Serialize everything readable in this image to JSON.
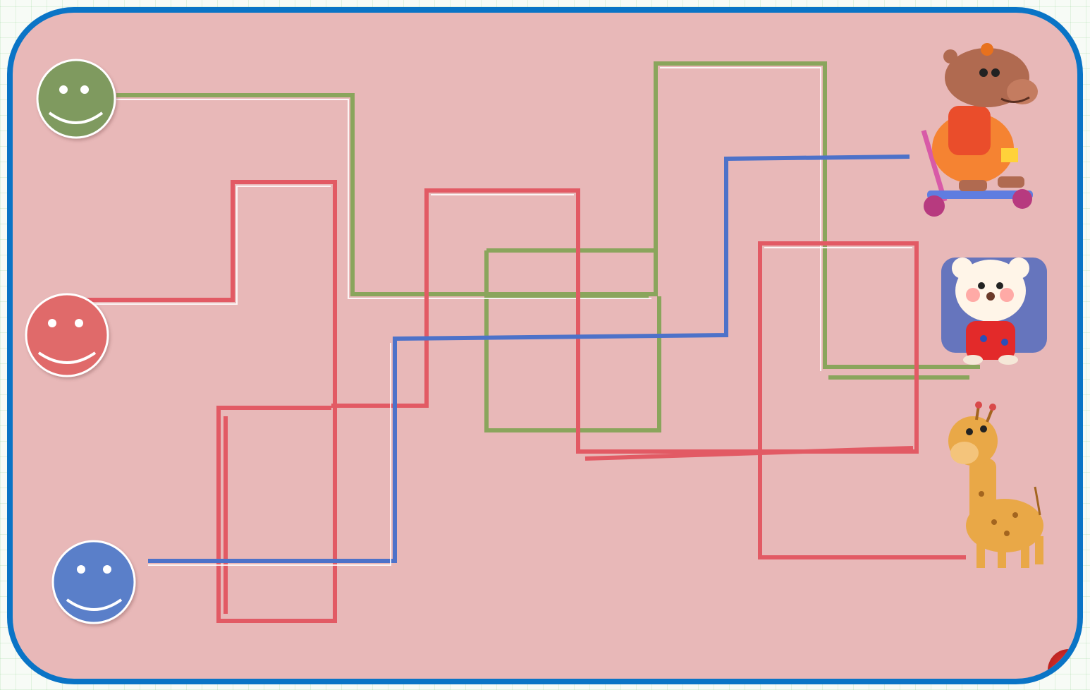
{
  "puzzle": {
    "type": "path-maze",
    "start_markers": [
      {
        "id": "green-smiley",
        "color": "#7f9a5f",
        "icon": "smiley-face"
      },
      {
        "id": "red-smiley",
        "color": "#e06b6b",
        "icon": "smiley-face"
      },
      {
        "id": "blue-smiley",
        "color": "#5a7fc9",
        "icon": "smiley-face"
      }
    ],
    "targets": [
      {
        "id": "hippo-on-scooter",
        "icon": "hippo-icon"
      },
      {
        "id": "teddy-bear",
        "icon": "bear-icon"
      },
      {
        "id": "giraffe",
        "icon": "giraffe-icon"
      }
    ],
    "path_colors": {
      "green": "#8aa55c",
      "red": "#e25a64",
      "blue": "#4d72c9"
    },
    "board_border_color": "#0a74c6",
    "board_background": "#e8b8b8"
  }
}
